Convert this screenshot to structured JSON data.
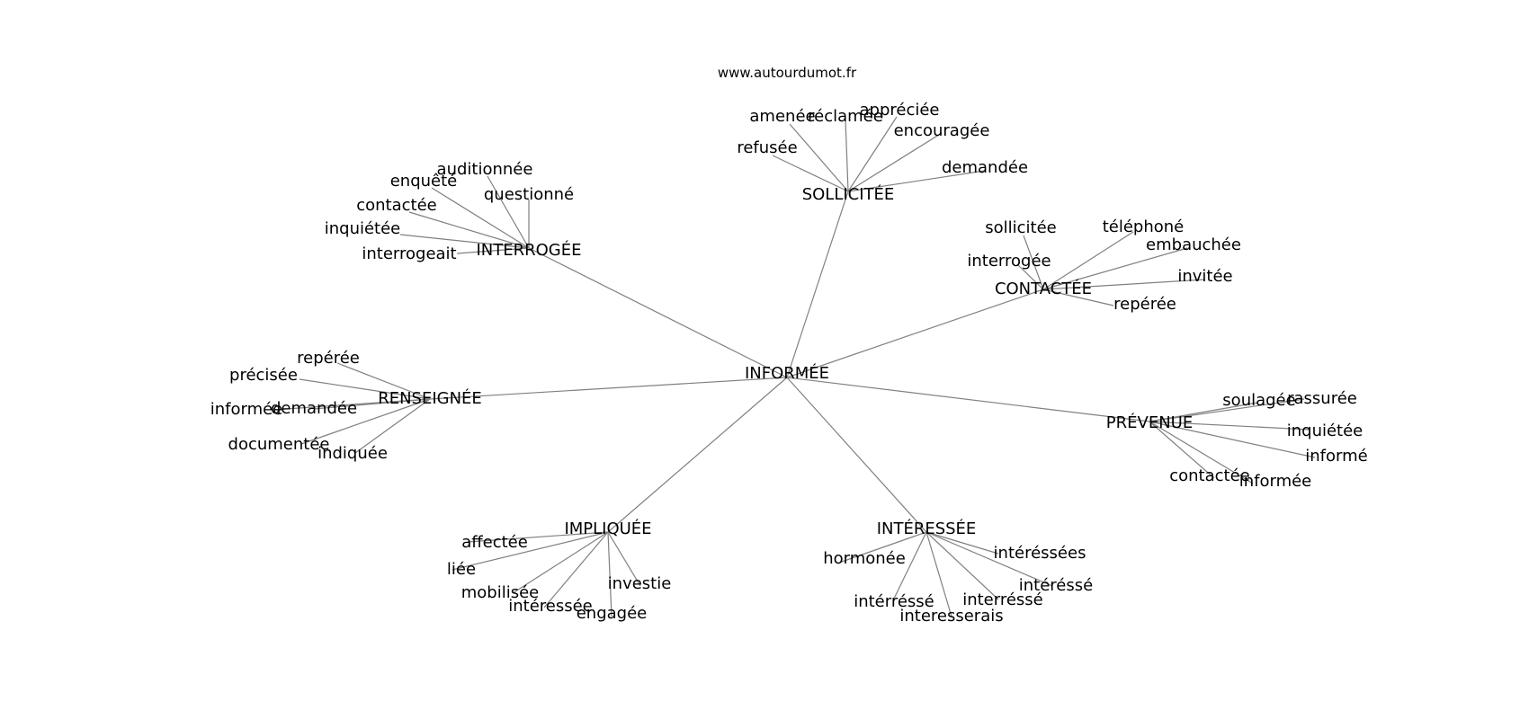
{
  "source": "www.autourdumot.fr",
  "graph": {
    "center": "INFORMÉE",
    "clusters": [
      {
        "label": "SOLLICITÉE",
        "leaves": [
          "amenée",
          "réclamée",
          "appréciée",
          "encouragée",
          "refusée",
          "demandée"
        ]
      },
      {
        "label": "INTERROGÉE",
        "leaves": [
          "auditionnée",
          "enquêté",
          "questionné",
          "contactée",
          "inquiétée",
          "interrogeait"
        ]
      },
      {
        "label": "CONTACTÉE",
        "leaves": [
          "sollicitée",
          "téléphoné",
          "embauchée",
          "interrogée",
          "invitée",
          "repérée"
        ]
      },
      {
        "label": "RENSEIGNÉE",
        "leaves": [
          "repérée",
          "précisée",
          "informée",
          "demandée",
          "documentée",
          "indiquée"
        ]
      },
      {
        "label": "PRÉVENUE",
        "leaves": [
          "soulagée",
          "rassurée",
          "inquiétée",
          "informé",
          "contactée",
          "informée"
        ]
      },
      {
        "label": "IMPLIQUÉE",
        "leaves": [
          "affectée",
          "liée",
          "mobilisée",
          "intéressée",
          "engagée",
          "investie"
        ]
      },
      {
        "label": "INTÉRESSÉE",
        "leaves": [
          "hormonée",
          "intéréssées",
          "intéréssé",
          "intérréssé",
          "interréssé",
          "interesserais"
        ]
      }
    ]
  }
}
